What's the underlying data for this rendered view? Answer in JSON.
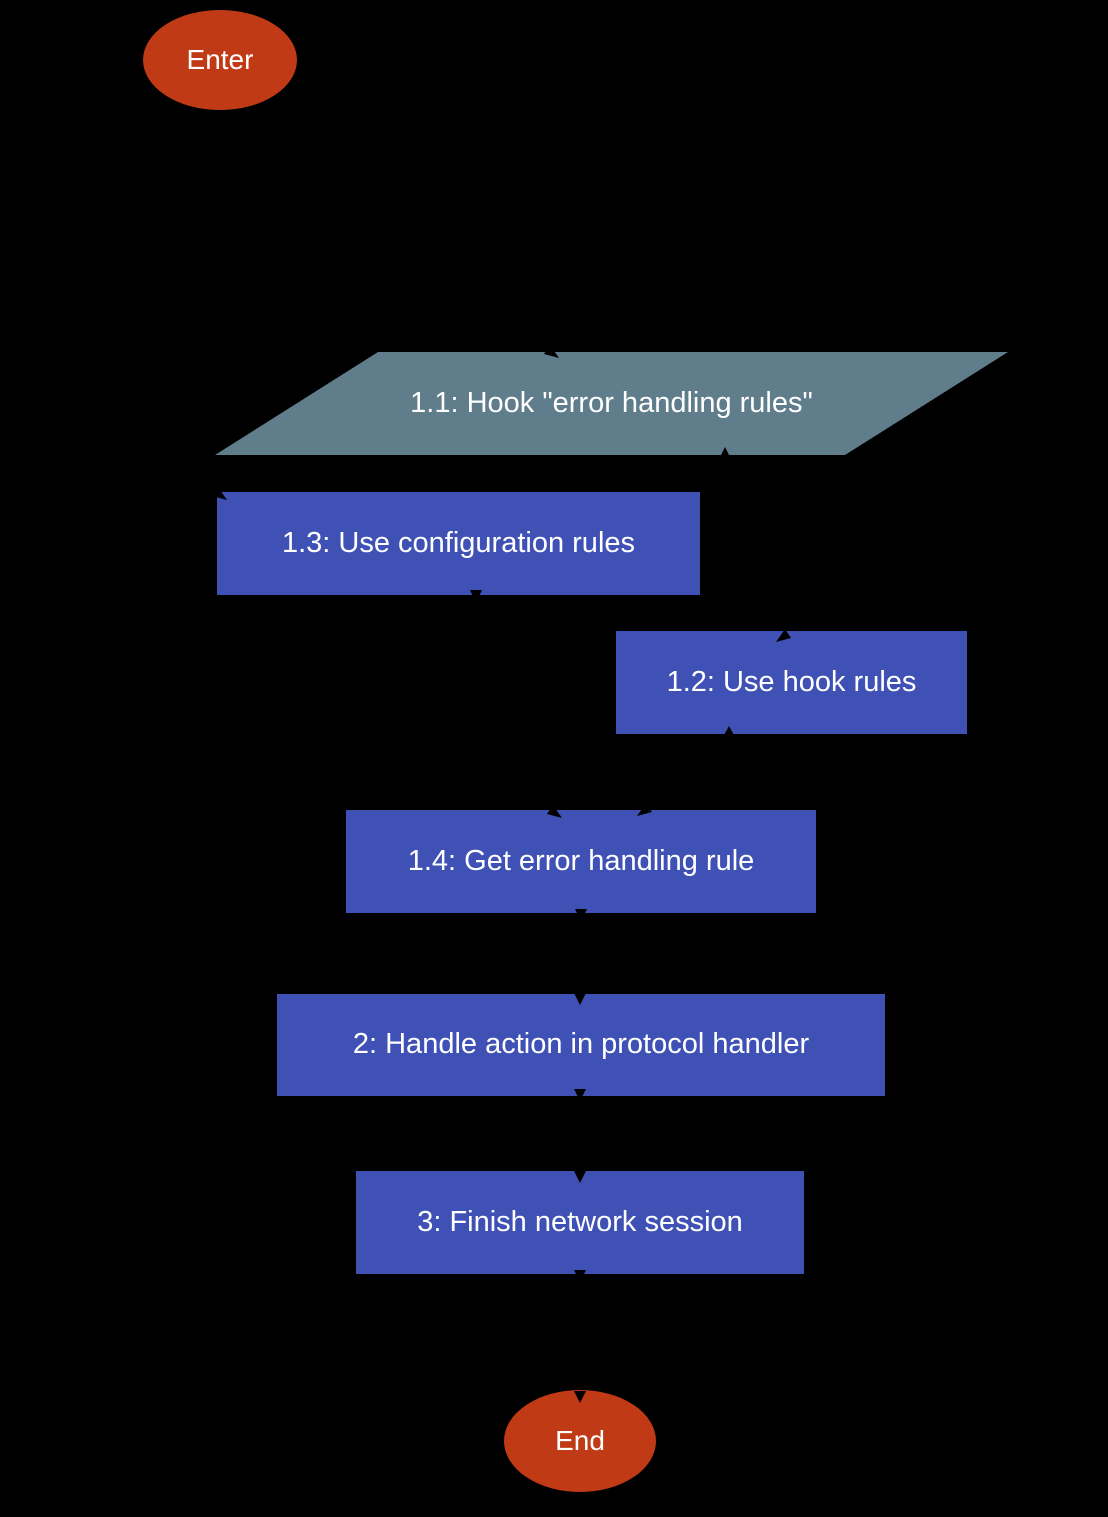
{
  "diagram": {
    "type": "activity-flowchart",
    "background": "#000000",
    "colors": {
      "terminal_fill": "#c13a16",
      "action_fill": "#3f51b5",
      "data_fill": "#607d8b",
      "connector": "#000000",
      "text": "#ffffff"
    },
    "nodes": {
      "enter": {
        "label": "Enter",
        "shape": "ellipse",
        "role": "start"
      },
      "hook": {
        "label": "1.1: Hook \"error handling rules\"",
        "shape": "parallelogram",
        "role": "step"
      },
      "use_config": {
        "label": "1.3: Use configuration rules",
        "shape": "rectangle",
        "role": "step"
      },
      "use_hook": {
        "label": "1.2: Use hook rules",
        "shape": "rectangle",
        "role": "step"
      },
      "get_rule": {
        "label": "1.4: Get error handling rule",
        "shape": "rectangle",
        "role": "step"
      },
      "handle_action": {
        "label": "2: Handle action in protocol handler",
        "shape": "rectangle",
        "role": "step"
      },
      "finish": {
        "label": "3: Finish network session",
        "shape": "rectangle",
        "role": "step"
      },
      "end": {
        "label": "End",
        "shape": "ellipse",
        "role": "end"
      }
    }
  }
}
